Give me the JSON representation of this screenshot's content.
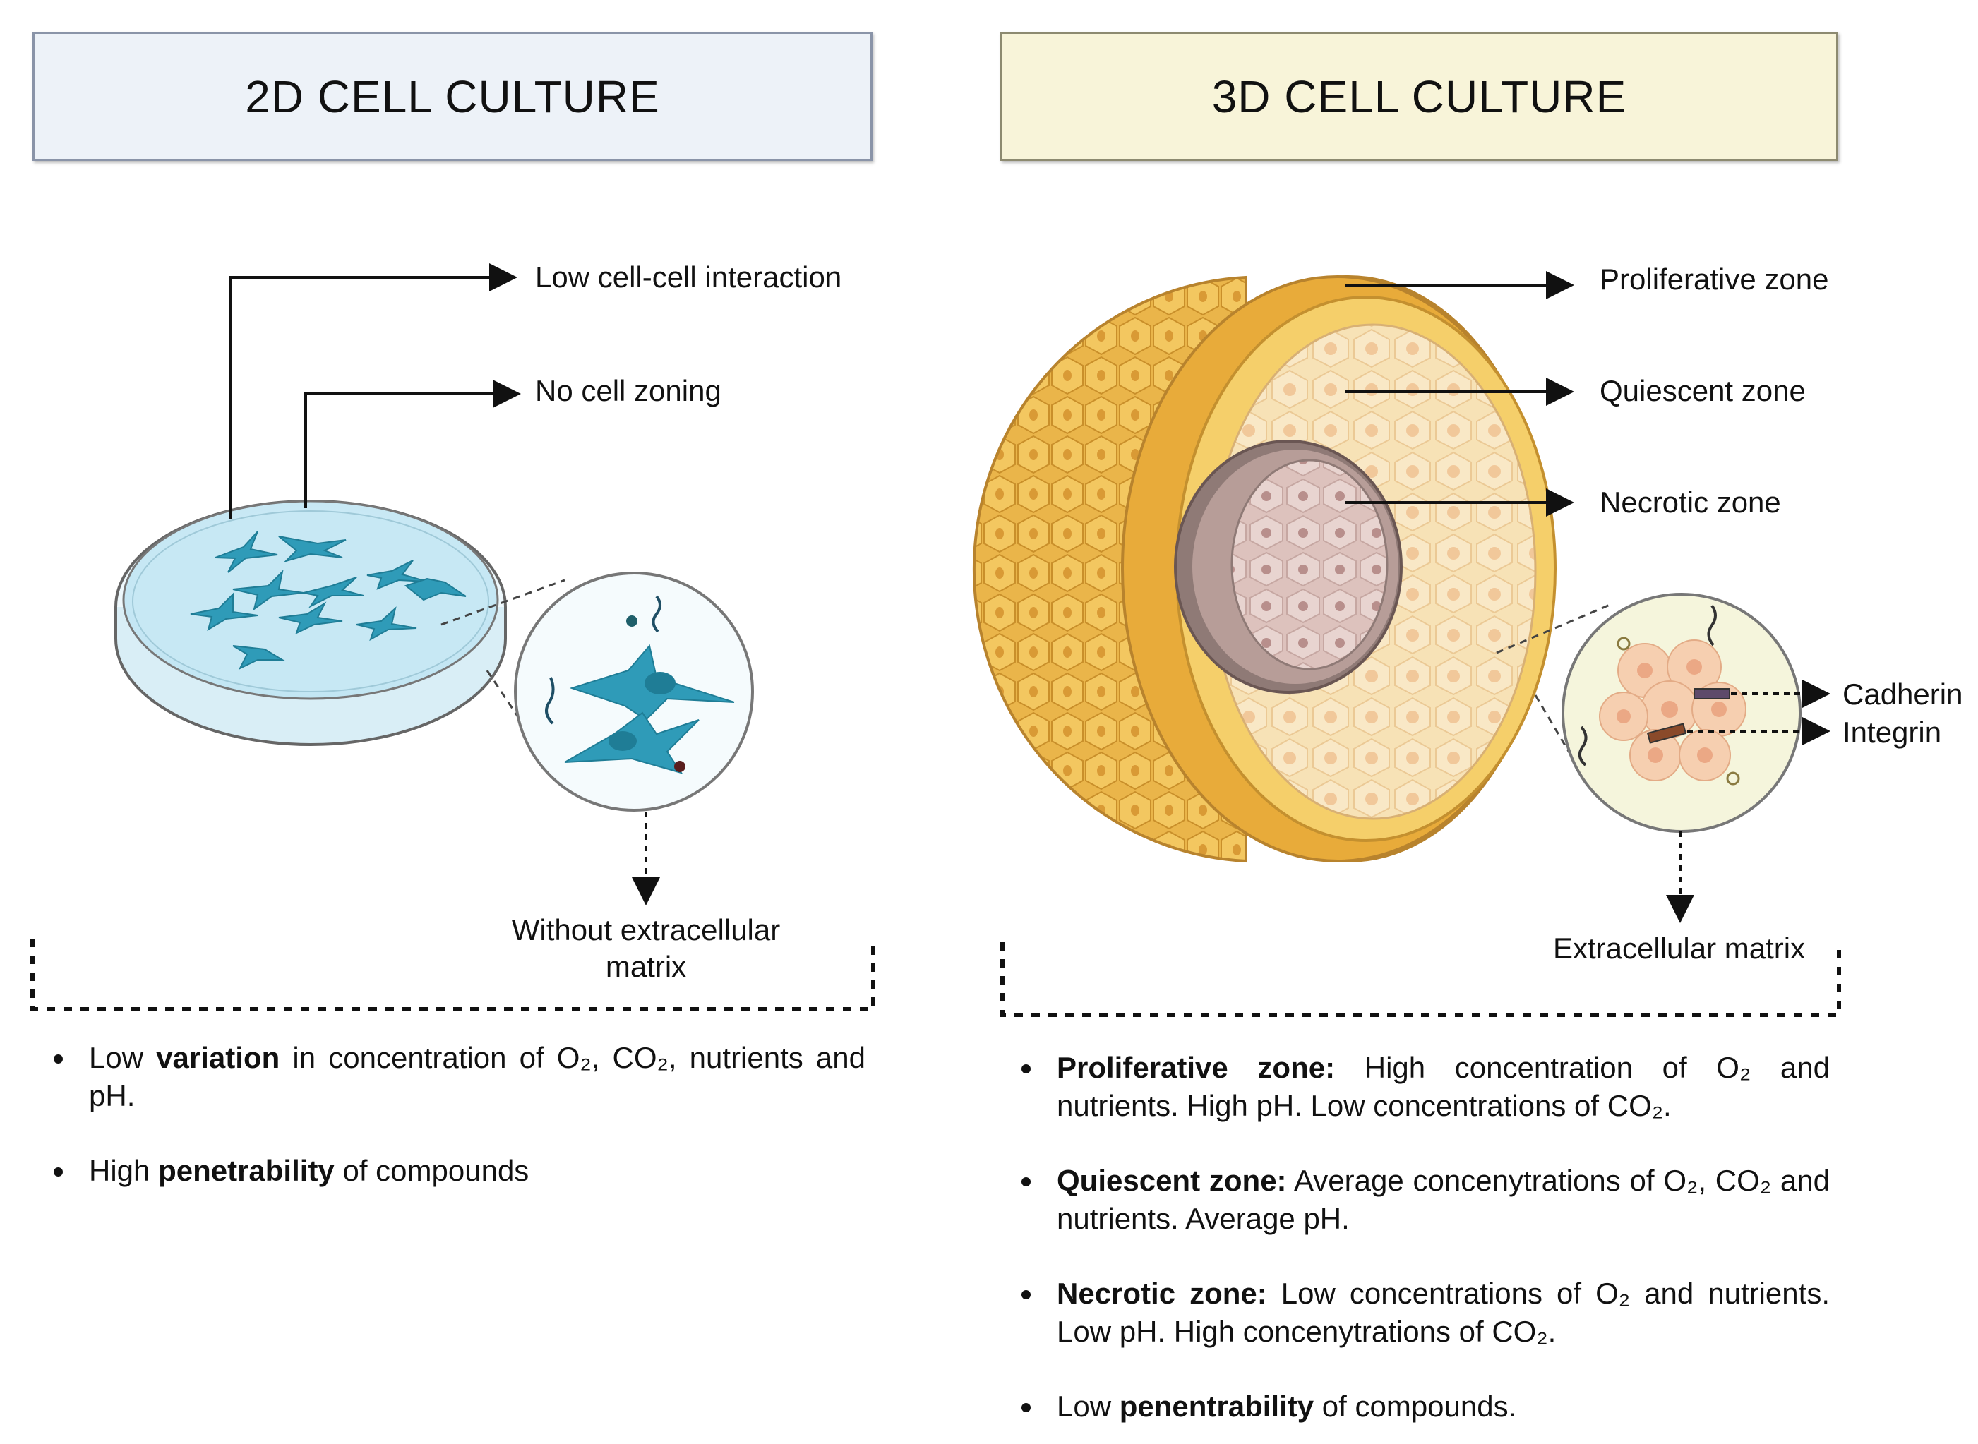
{
  "left": {
    "title": "2D CELL CULTURE",
    "callouts": {
      "low_interaction": "Low cell-cell interaction",
      "no_zoning": "No cell zoning",
      "without_ecm_line1": "Without extracellular",
      "without_ecm_line2": "matrix"
    },
    "bullets": [
      {
        "pre": "Low ",
        "bold": "variation",
        "post": " in concentration of O₂, CO₂, nutrients and pH."
      },
      {
        "pre": "High ",
        "bold": "penetrability",
        "post": " of compounds"
      }
    ]
  },
  "right": {
    "title": "3D CELL CULTURE",
    "callouts": {
      "proliferative": "Proliferative zone",
      "quiescent": "Quiescent zone",
      "necrotic": "Necrotic zone",
      "cadherin": "Cadherin",
      "integrin": "Integrin",
      "ecm": "Extracellular matrix"
    },
    "bullets": [
      {
        "pre": "",
        "bold": "Proliferative zone:",
        "post": " High concentration of O₂ and nutrients. High pH. Low concentrations of CO₂."
      },
      {
        "pre": "",
        "bold": "Quiescent zone:",
        "post": " Average concenytrations of O₂, CO₂ and nutrients. Average pH."
      },
      {
        "pre": "",
        "bold": "Necrotic zone:",
        "post": " Low concentrations of O₂ and nutrients. Low pH. High concenytrations of CO₂."
      },
      {
        "pre": "Low ",
        "bold": "penentrability",
        "post": " of compounds."
      }
    ]
  },
  "colors": {
    "cell_blue": "#2f9bb8",
    "spheroid_outer": "#e9b64a",
    "quiescent_fill": "#f6dcae",
    "necrotic_fill": "#d6b8b4",
    "necrotic_ring": "#8f7a76"
  }
}
